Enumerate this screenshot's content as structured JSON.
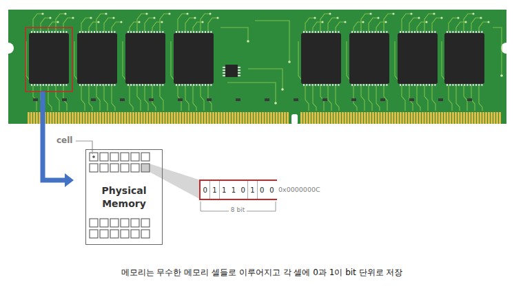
{
  "diagram": {
    "caption": "메모리는 무수한 메모리 셀들로 이루어지고 각 셀에 0과 1이 bit 단위로 저장",
    "nodes": [
      {
        "text": [
          "Physical Memory"
        ]
      },
      {
        "text": [
          "0"
        ]
      },
      {
        "text": [
          "1"
        ]
      },
      {
        "text": [
          "1"
        ]
      },
      {
        "text": [
          "1"
        ]
      },
      {
        "text": [
          "0"
        ]
      },
      {
        "text": [
          "1"
        ]
      },
      {
        "text": [
          "0"
        ]
      },
      {
        "text": [
          "0"
        ]
      }
    ],
    "labels": [
      "cell",
      "0x0000000C",
      "8 bit"
    ]
  }
}
